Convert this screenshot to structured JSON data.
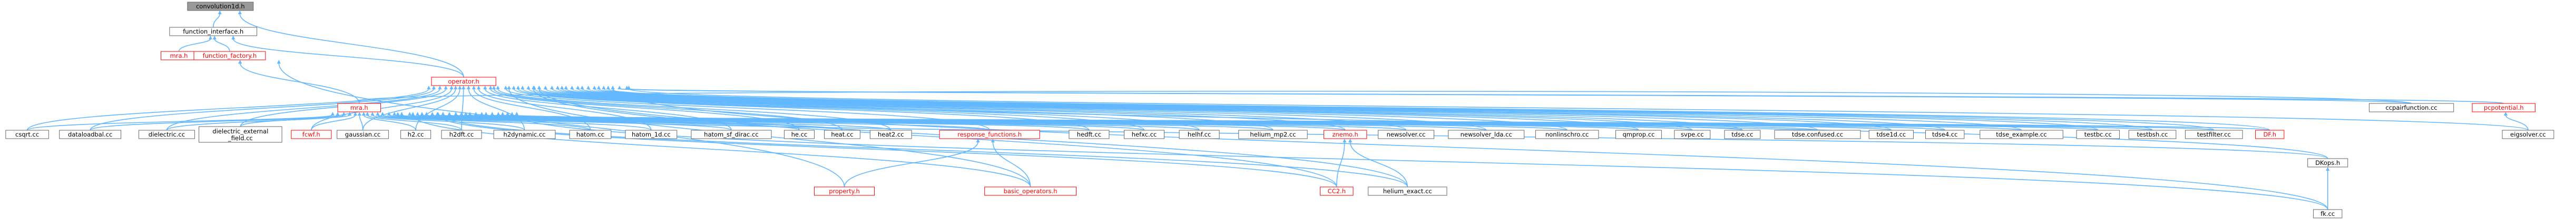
{
  "graph": {
    "root": "convolution1d.h",
    "colors": {
      "background": "#ffffff",
      "edge": "#63B8FF",
      "root_fill": "#999999",
      "root_border": "#666666",
      "node_fill": "#ffffff",
      "node_border": "#666666",
      "node_text": "#000000",
      "incomplete_border": "#ff0000",
      "incomplete_text": "#ff0000"
    },
    "nodes": [
      {
        "id": "convolution1d",
        "label": "convolution1d.h",
        "kind": "root"
      },
      {
        "id": "function_interface",
        "label": "function_interface.h",
        "kind": "normal"
      },
      {
        "id": "mra",
        "label": "mra.h",
        "kind": "incomplete"
      },
      {
        "id": "function_factory",
        "label": "function_factory.h",
        "kind": "incomplete"
      },
      {
        "id": "operator",
        "label": "operator.h",
        "kind": "incomplete"
      },
      {
        "id": "mra_main",
        "label": "mra.h",
        "kind": "incomplete"
      },
      {
        "id": "csqrt",
        "label": "csqrt.cc",
        "kind": "normal"
      },
      {
        "id": "dataloadbal",
        "label": "dataloadbal.cc",
        "kind": "normal"
      },
      {
        "id": "dielectric",
        "label": "dielectric.cc",
        "kind": "normal"
      },
      {
        "id": "dielectric_external",
        "label": "dielectric_external\n_field.cc",
        "kind": "normal"
      },
      {
        "id": "fcwf",
        "label": "fcwf.h",
        "kind": "incomplete"
      },
      {
        "id": "gaussian",
        "label": "gaussian.cc",
        "kind": "normal"
      },
      {
        "id": "h2",
        "label": "h2.cc",
        "kind": "normal"
      },
      {
        "id": "h2dft",
        "label": "h2dft.cc",
        "kind": "normal"
      },
      {
        "id": "h2dynamic",
        "label": "h2dynamic.cc",
        "kind": "normal"
      },
      {
        "id": "hatom",
        "label": "hatom.cc",
        "kind": "normal"
      },
      {
        "id": "hatom_1d",
        "label": "hatom_1d.cc",
        "kind": "normal"
      },
      {
        "id": "hatom_sf_dirac",
        "label": "hatom_sf_dirac.cc",
        "kind": "normal"
      },
      {
        "id": "he",
        "label": "he.cc",
        "kind": "normal"
      },
      {
        "id": "heat",
        "label": "heat.cc",
        "kind": "normal"
      },
      {
        "id": "heat2",
        "label": "heat2.cc",
        "kind": "normal"
      },
      {
        "id": "response_functions",
        "label": "response_functions.h",
        "kind": "incomplete"
      },
      {
        "id": "hedft",
        "label": "hedft.cc",
        "kind": "normal"
      },
      {
        "id": "hefxc",
        "label": "hefxc.cc",
        "kind": "normal"
      },
      {
        "id": "helhf",
        "label": "helhf.cc",
        "kind": "normal"
      },
      {
        "id": "helium_mp2",
        "label": "helium_mp2.cc",
        "kind": "normal"
      },
      {
        "id": "znemo",
        "label": "znemo.h",
        "kind": "incomplete"
      },
      {
        "id": "newsolver",
        "label": "newsolver.cc",
        "kind": "normal"
      },
      {
        "id": "newsolver_lda",
        "label": "newsolver_lda.cc",
        "kind": "normal"
      },
      {
        "id": "nonlinschro",
        "label": "nonlinschro.cc",
        "kind": "normal"
      },
      {
        "id": "qmprop",
        "label": "qmprop.cc",
        "kind": "normal"
      },
      {
        "id": "svpe",
        "label": "svpe.cc",
        "kind": "normal"
      },
      {
        "id": "tdse",
        "label": "tdse.cc",
        "kind": "normal"
      },
      {
        "id": "tdse_confused",
        "label": "tdse.confused.cc",
        "kind": "normal"
      },
      {
        "id": "tdse1d",
        "label": "tdse1d.cc",
        "kind": "normal"
      },
      {
        "id": "tdse4",
        "label": "tdse4.cc",
        "kind": "normal"
      },
      {
        "id": "tdse_example",
        "label": "tdse_example.cc",
        "kind": "normal"
      },
      {
        "id": "testbc",
        "label": "testbc.cc",
        "kind": "normal"
      },
      {
        "id": "testbsh",
        "label": "testbsh.cc",
        "kind": "normal"
      },
      {
        "id": "testfilter",
        "label": "testfilter.cc",
        "kind": "normal"
      },
      {
        "id": "DF",
        "label": "DF.h",
        "kind": "incomplete"
      },
      {
        "id": "DKops",
        "label": "DKops.h",
        "kind": "normal"
      },
      {
        "id": "ccpairfunction",
        "label": "ccpairfunction.cc",
        "kind": "normal"
      },
      {
        "id": "pcpotential",
        "label": "pcpotential.h",
        "kind": "incomplete"
      },
      {
        "id": "eigsolver",
        "label": "eigsolver.cc",
        "kind": "normal"
      },
      {
        "id": "property",
        "label": "property.h",
        "kind": "incomplete"
      },
      {
        "id": "basic_operators",
        "label": "basic_operators.h",
        "kind": "incomplete"
      },
      {
        "id": "CC2",
        "label": "CC2.h",
        "kind": "incomplete"
      },
      {
        "id": "helium_exact",
        "label": "helium_exact.cc",
        "kind": "normal"
      },
      {
        "id": "fk",
        "label": "fk.cc",
        "kind": "normal"
      }
    ],
    "edges": [
      [
        "function_interface",
        "convolution1d"
      ],
      [
        "operator",
        "convolution1d"
      ],
      [
        "mra",
        "function_interface"
      ],
      [
        "function_factory",
        "function_interface"
      ],
      [
        "operator",
        "function_interface"
      ],
      [
        "mra_main",
        "function_factory"
      ],
      [
        "property",
        "function_factory"
      ],
      [
        "csqrt",
        "operator"
      ],
      [
        "dataloadbal",
        "operator"
      ],
      [
        "dielectric",
        "operator"
      ],
      [
        "dielectric_external",
        "operator"
      ],
      [
        "fcwf",
        "operator"
      ],
      [
        "gaussian",
        "operator"
      ],
      [
        "h2",
        "operator"
      ],
      [
        "h2dft",
        "operator"
      ],
      [
        "h2dynamic",
        "operator"
      ],
      [
        "hatom",
        "operator"
      ],
      [
        "hatom_1d",
        "operator"
      ],
      [
        "hatom_sf_dirac",
        "operator"
      ],
      [
        "he",
        "operator"
      ],
      [
        "heat",
        "operator"
      ],
      [
        "heat2",
        "operator"
      ],
      [
        "response_functions",
        "operator"
      ],
      [
        "hedft",
        "operator"
      ],
      [
        "hefxc",
        "operator"
      ],
      [
        "helhf",
        "operator"
      ],
      [
        "helium_mp2",
        "operator"
      ],
      [
        "znemo",
        "operator"
      ],
      [
        "newsolver",
        "operator"
      ],
      [
        "newsolver_lda",
        "operator"
      ],
      [
        "nonlinschro",
        "operator"
      ],
      [
        "qmprop",
        "operator"
      ],
      [
        "svpe",
        "operator"
      ],
      [
        "tdse",
        "operator"
      ],
      [
        "tdse_confused",
        "operator"
      ],
      [
        "tdse1d",
        "operator"
      ],
      [
        "tdse4",
        "operator"
      ],
      [
        "tdse_example",
        "operator"
      ],
      [
        "testbc",
        "operator"
      ],
      [
        "testbsh",
        "operator"
      ],
      [
        "testfilter",
        "operator"
      ],
      [
        "DF",
        "operator"
      ],
      [
        "DKops",
        "operator"
      ],
      [
        "ccpairfunction",
        "operator"
      ],
      [
        "pcpotential",
        "operator"
      ],
      [
        "eigsolver",
        "operator"
      ],
      [
        "basic_operators",
        "operator"
      ],
      [
        "CC2",
        "operator"
      ],
      [
        "helium_exact",
        "operator"
      ],
      [
        "fk",
        "operator"
      ],
      [
        "csqrt",
        "mra_main"
      ],
      [
        "dataloadbal",
        "mra_main"
      ],
      [
        "dielectric",
        "mra_main"
      ],
      [
        "dielectric_external",
        "mra_main"
      ],
      [
        "fcwf",
        "mra_main"
      ],
      [
        "gaussian",
        "mra_main"
      ],
      [
        "h2",
        "mra_main"
      ],
      [
        "h2dft",
        "mra_main"
      ],
      [
        "h2dynamic",
        "mra_main"
      ],
      [
        "hatom",
        "mra_main"
      ],
      [
        "hatom_1d",
        "mra_main"
      ],
      [
        "hatom_sf_dirac",
        "mra_main"
      ],
      [
        "he",
        "mra_main"
      ],
      [
        "heat",
        "mra_main"
      ],
      [
        "heat2",
        "mra_main"
      ],
      [
        "response_functions",
        "mra_main"
      ],
      [
        "hedft",
        "mra_main"
      ],
      [
        "hefxc",
        "mra_main"
      ],
      [
        "helhf",
        "mra_main"
      ],
      [
        "helium_mp2",
        "mra_main"
      ],
      [
        "znemo",
        "mra_main"
      ],
      [
        "newsolver",
        "mra_main"
      ],
      [
        "newsolver_lda",
        "mra_main"
      ],
      [
        "nonlinschro",
        "mra_main"
      ],
      [
        "qmprop",
        "mra_main"
      ],
      [
        "svpe",
        "mra_main"
      ],
      [
        "tdse",
        "mra_main"
      ],
      [
        "tdse_confused",
        "mra_main"
      ],
      [
        "tdse1d",
        "mra_main"
      ],
      [
        "tdse4",
        "mra_main"
      ],
      [
        "tdse_example",
        "mra_main"
      ],
      [
        "testbc",
        "mra_main"
      ],
      [
        "testbsh",
        "mra_main"
      ],
      [
        "testfilter",
        "mra_main"
      ],
      [
        "DF",
        "mra_main"
      ],
      [
        "DKops",
        "mra_main"
      ],
      [
        "ccpairfunction",
        "mra_main"
      ],
      [
        "basic_operators",
        "mra_main"
      ],
      [
        "CC2",
        "mra_main"
      ],
      [
        "helium_exact",
        "mra_main"
      ],
      [
        "fk",
        "mra_main"
      ],
      [
        "property",
        "response_functions"
      ],
      [
        "basic_operators",
        "response_functions"
      ],
      [
        "CC2",
        "znemo"
      ],
      [
        "helium_exact",
        "znemo"
      ],
      [
        "fk",
        "DKops"
      ],
      [
        "eigsolver",
        "pcpotential"
      ]
    ]
  }
}
